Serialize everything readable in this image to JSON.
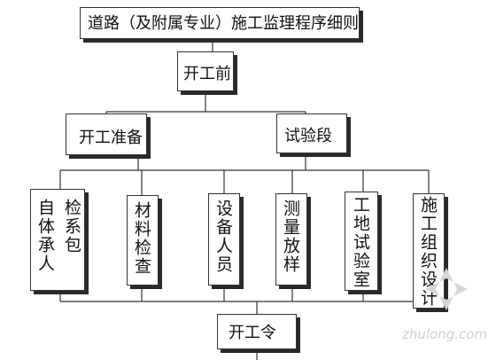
{
  "title": "道路（及附属专业）施工监理程序细则",
  "before_start": "开工前",
  "prep": "开工准备",
  "trial": "试验段",
  "items": [
    {
      "col1": "自体承人",
      "col2": "检系包"
    },
    {
      "text": "材料检查"
    },
    {
      "text": "设备人员"
    },
    {
      "text": "测量放样"
    },
    {
      "text": "工地试验室"
    },
    {
      "text": "施工组织设计"
    }
  ],
  "start_order": "开工令",
  "watermark": "zhulong.com"
}
